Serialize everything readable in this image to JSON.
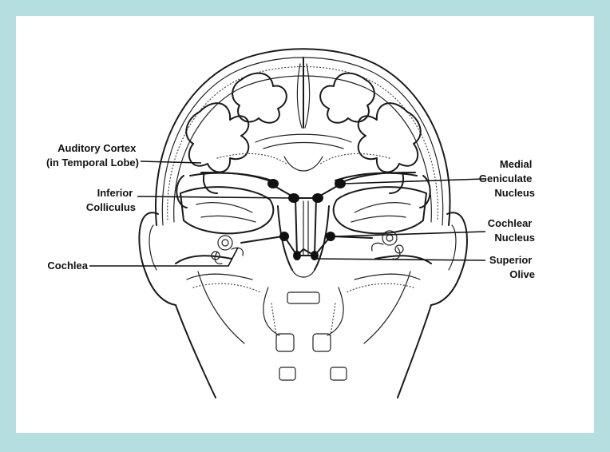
{
  "colors": {
    "background": "#b5dee0",
    "panel": "#ffffff",
    "ink": "#111111"
  },
  "labels": {
    "auditory_cortex": [
      "Auditory Cortex",
      "(in Temporal Lobe)"
    ],
    "inferior_colliculus": [
      "Inferior",
      "Colliculus"
    ],
    "cochlea": [
      "Cochlea"
    ],
    "medial_geniculate": [
      "Medial",
      "Geniculate",
      "Nucleus"
    ],
    "cochlear_nucleus": [
      "Cochlear",
      "Nucleus"
    ],
    "superior_olive": [
      "Superior",
      "Olive"
    ]
  }
}
